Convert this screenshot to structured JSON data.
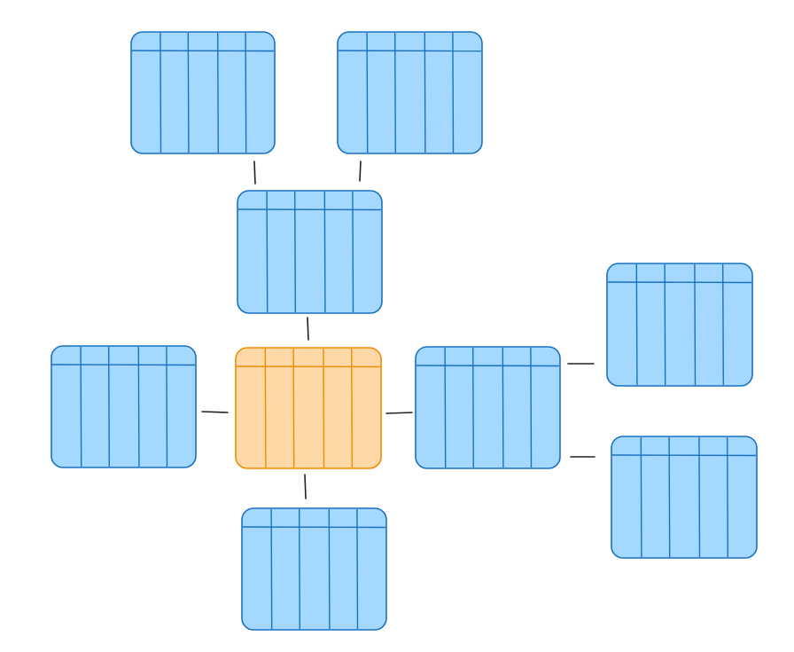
{
  "diagram": {
    "type": "entity-relationship-sketch",
    "colors": {
      "table_fill": "#a5d8ff",
      "table_stroke": "#1971c2",
      "central_fill": "#ffd8a8",
      "central_stroke": "#f08c00",
      "connector": "#222222",
      "background": "#ffffff"
    },
    "tables": [
      {
        "id": "table-top-left",
        "role": "entity",
        "columns": 5
      },
      {
        "id": "table-top-right",
        "role": "entity",
        "columns": 5
      },
      {
        "id": "table-upper-middle",
        "role": "entity",
        "columns": 5
      },
      {
        "id": "table-left",
        "role": "entity",
        "columns": 5
      },
      {
        "id": "table-central",
        "role": "central-entity",
        "columns": 5
      },
      {
        "id": "table-right",
        "role": "entity",
        "columns": 5
      },
      {
        "id": "table-far-right-top",
        "role": "entity",
        "columns": 5
      },
      {
        "id": "table-far-right-bottom",
        "role": "entity",
        "columns": 5
      },
      {
        "id": "table-bottom",
        "role": "entity",
        "columns": 5
      }
    ],
    "connections": [
      {
        "from": "table-top-left",
        "to": "table-upper-middle"
      },
      {
        "from": "table-top-right",
        "to": "table-upper-middle"
      },
      {
        "from": "table-upper-middle",
        "to": "table-central"
      },
      {
        "from": "table-left",
        "to": "table-central"
      },
      {
        "from": "table-central",
        "to": "table-right"
      },
      {
        "from": "table-central",
        "to": "table-bottom"
      },
      {
        "from": "table-right",
        "to": "table-far-right-top"
      },
      {
        "from": "table-right",
        "to": "table-far-right-bottom"
      }
    ]
  }
}
